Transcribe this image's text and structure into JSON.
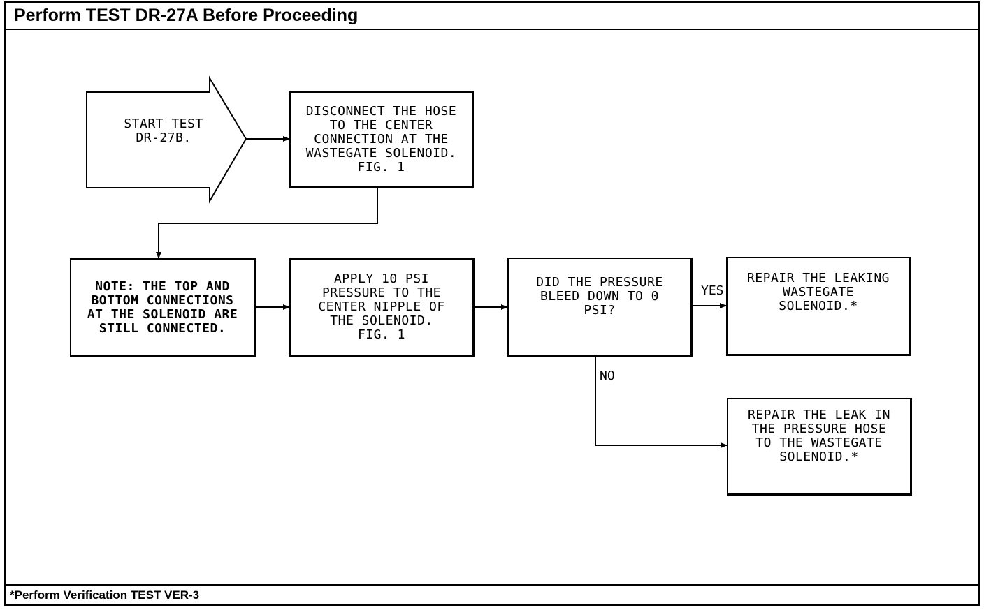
{
  "header": {
    "title": "Perform TEST DR-27A Before Proceeding"
  },
  "footer": {
    "note": "*Perform Verification TEST VER-3"
  },
  "flowchart": {
    "start": {
      "text": "START TEST\nDR-27B."
    },
    "step_disconnect": {
      "text": "DISCONNECT THE HOSE\nTO THE CENTER\nCONNECTION AT THE\nWASTEGATE SOLENOID.\nFIG. 1"
    },
    "note": {
      "text": "NOTE: THE TOP AND\nBOTTOM CONNECTIONS\nAT THE SOLENOID ARE\nSTILL CONNECTED."
    },
    "step_apply": {
      "text": "APPLY 10 PSI\nPRESSURE TO THE\nCENTER NIPPLE OF\nTHE SOLENOID.\nFIG. 1"
    },
    "decision": {
      "text": "DID THE PRESSURE\nBLEED DOWN TO 0\nPSI?"
    },
    "yes_label": "YES",
    "no_label": "NO",
    "result_yes": {
      "text": "REPAIR THE LEAKING\nWASTEGATE\nSOLENOID.*"
    },
    "result_no": {
      "text": "REPAIR THE LEAK IN\nTHE PRESSURE HOSE\nTO THE WASTEGATE\nSOLENOID.*"
    }
  }
}
